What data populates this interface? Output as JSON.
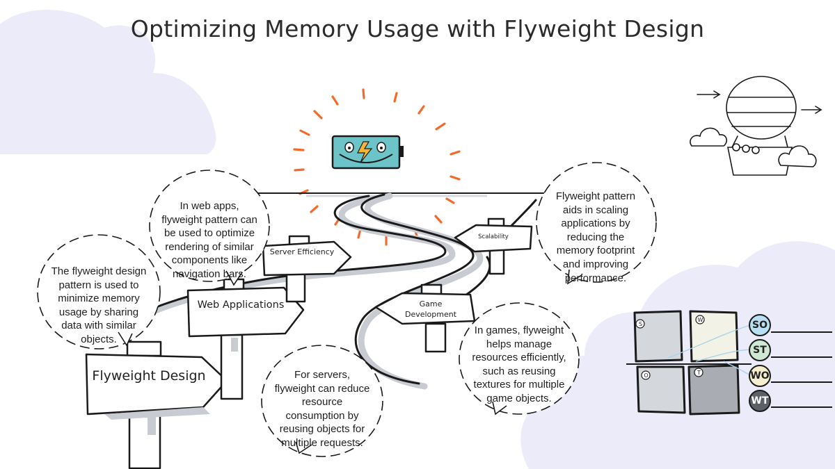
{
  "title": "Optimizing Memory Usage with Flyweight Design",
  "signs": {
    "flyweight_design": "Flyweight Design",
    "web_applications": "Web Applications",
    "server_efficiency": "Server Efficiency",
    "scalability": "Scalability",
    "game_development_line1": "Game",
    "game_development_line2": "Development"
  },
  "bubbles": {
    "pattern": [
      "The flyweight design",
      "pattern is used to",
      "minimize memory",
      "usage by sharing",
      "data with similar",
      "objects."
    ],
    "web_apps": [
      "In web apps,",
      "flyweight pattern can",
      "be used to optimize",
      "rendering of similar",
      "components like",
      "navigation bars."
    ],
    "servers": [
      "For servers,",
      "flyweight can reduce",
      "resource",
      "consumption by",
      "reusing objects for",
      "multiple requests."
    ],
    "games": [
      "In games, flyweight",
      "helps manage",
      "resources efficiently,",
      "such as reusing",
      "textures for multiple",
      "game objects."
    ],
    "scaling": [
      "Flyweight pattern",
      "aids in scaling",
      "applications by",
      "reducing the",
      "memory footprint",
      "and improving",
      "performance."
    ]
  },
  "swot": {
    "badges": [
      "SO",
      "ST",
      "WO",
      "WT"
    ],
    "quadrants": [
      "S",
      "W",
      "O",
      "T"
    ]
  },
  "colors": {
    "cloud": "#ebebf9",
    "sun_rays": "#f26b2a",
    "battery": "#6cc3c8",
    "bolt": "#f2b632",
    "road_shadow": "#c8ccd2",
    "ink": "#1a1a1a",
    "badge_so": "#b9dff3",
    "badge_st": "#cfe8d4",
    "badge_wo": "#f6efcf",
    "badge_wt": "#5c6168"
  }
}
